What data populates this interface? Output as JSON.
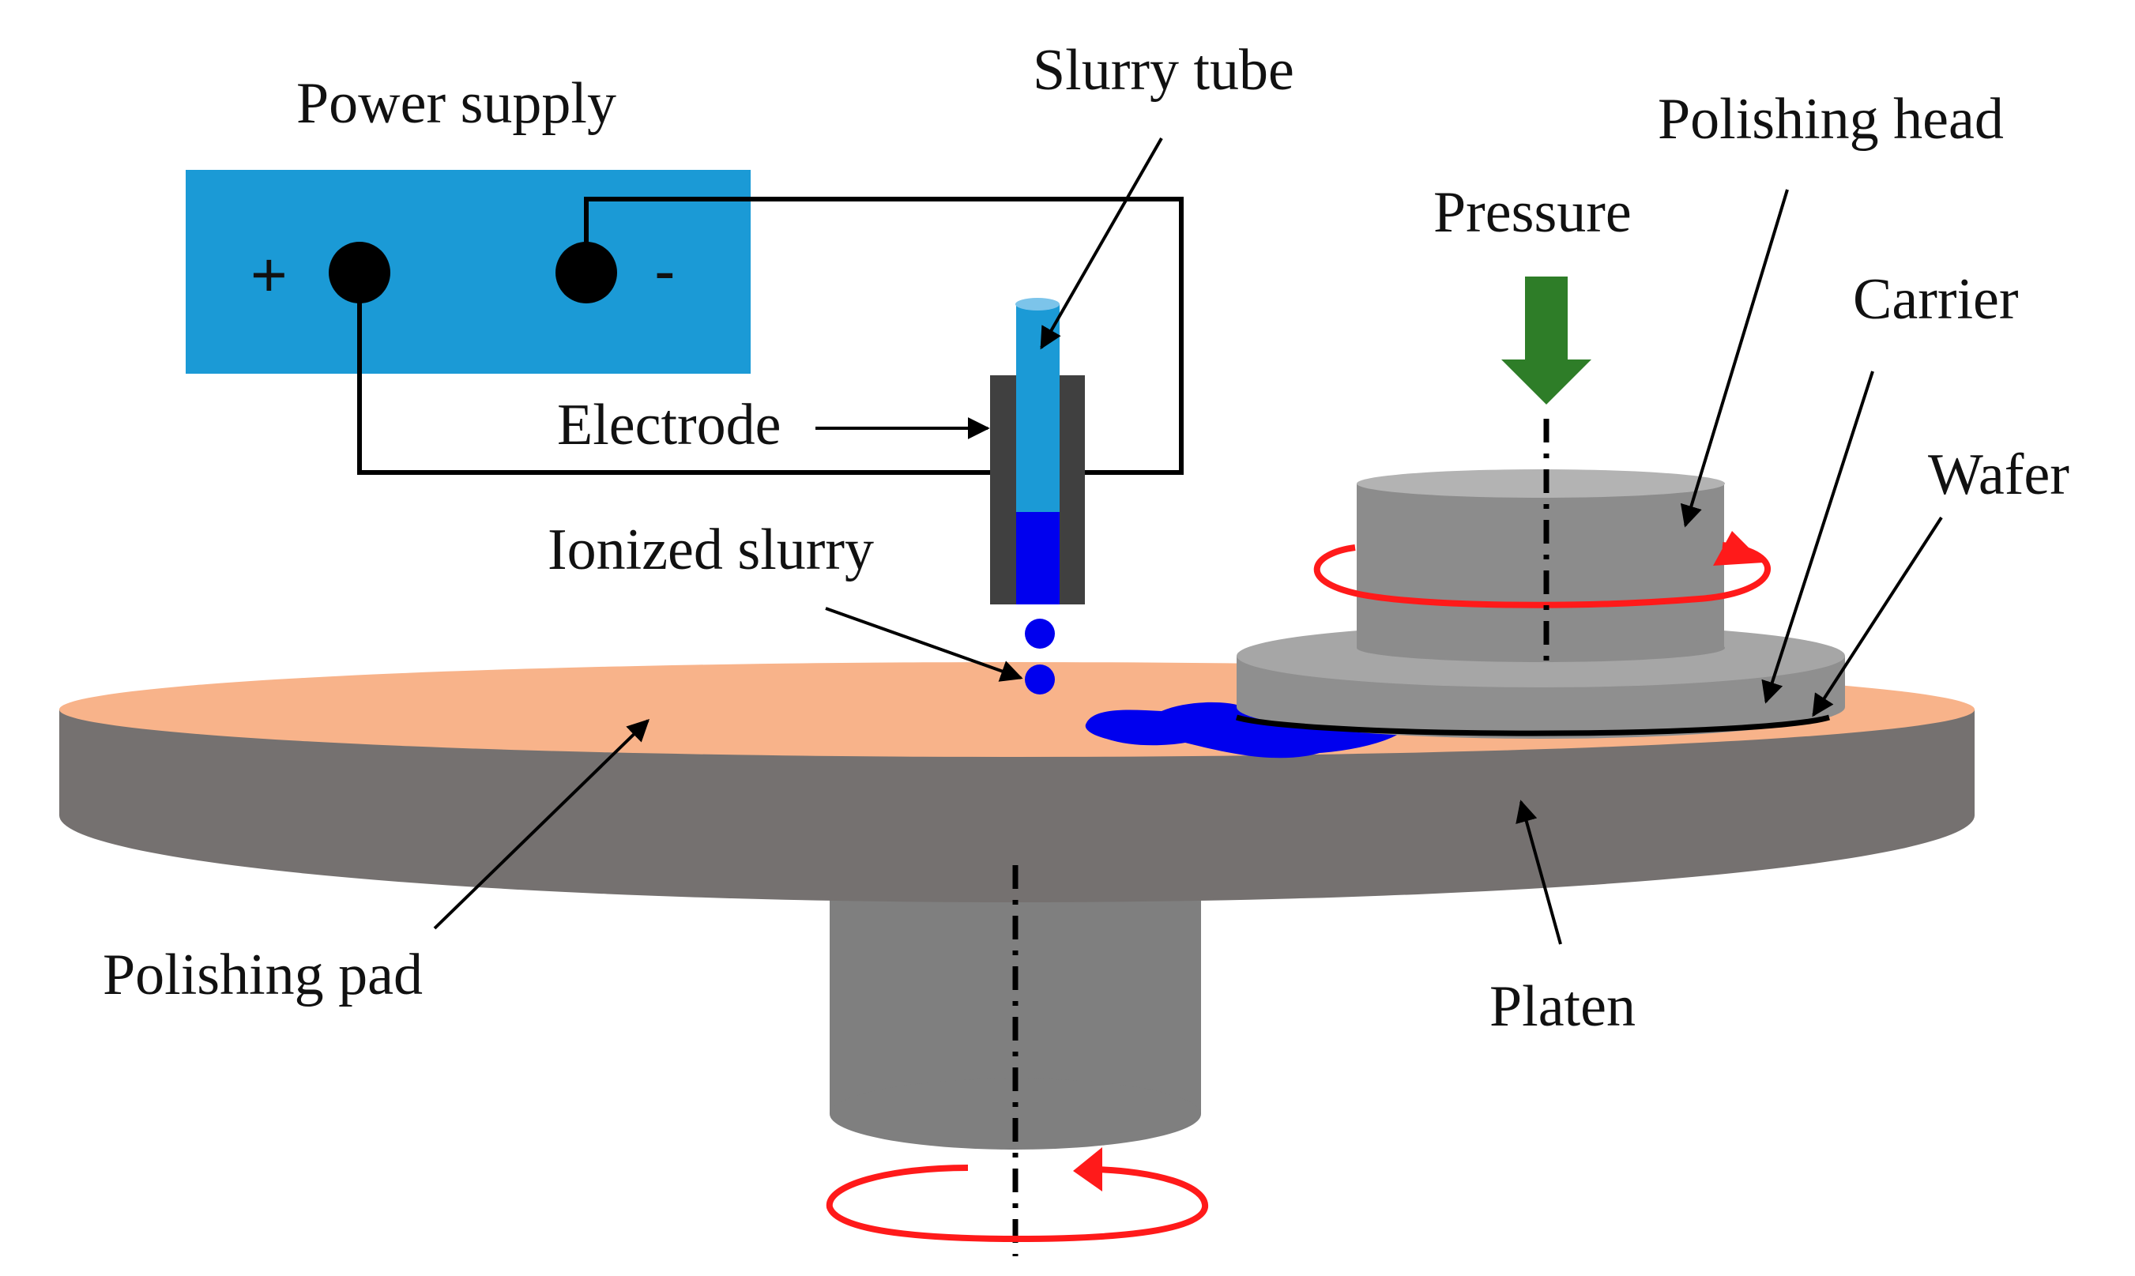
{
  "labels": {
    "power_supply": "Power supply",
    "slurry_tube": "Slurry tube",
    "polishing_head": "Polishing head",
    "pressure": "Pressure",
    "carrier": "Carrier",
    "wafer": "Wafer",
    "electrode": "Electrode",
    "ionized_slurry": "Ionized slurry",
    "polishing_pad": "Polishing pad",
    "platen": "Platen"
  },
  "symbols": {
    "plus": "+",
    "minus": "-"
  },
  "colors": {
    "power_supply_box": "#1b9ad6",
    "slurry_tube": "#1b9ad6",
    "ionized_slurry": "#0000ee",
    "electrode": "#404040",
    "polishing_pad": "#f8b38a",
    "platen": "#757170",
    "polishing_head": "#8c8c8c",
    "carrier": "#8f8f8f",
    "pressure_arrow": "#2e7d28",
    "rotation_arrows": "#ff1a1a",
    "wires": "#000000"
  },
  "icons": {
    "pressure": "down-arrow-icon",
    "head_rotation": "rotation-arrow-icon",
    "platen_rotation": "rotation-arrow-icon"
  }
}
